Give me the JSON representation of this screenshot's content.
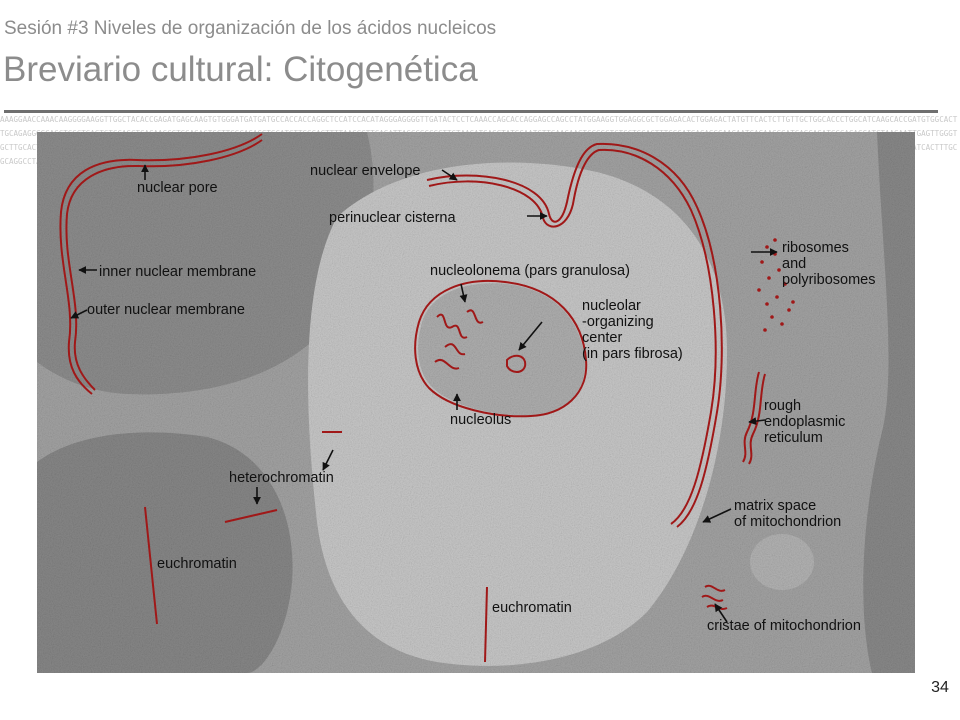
{
  "header": {
    "subtitle": "Sesión #3 Niveles de organización de los ácidos nucleicos",
    "title": "Breviario cultural: Citogenética"
  },
  "background": {
    "sequence_text": "AAAGGAACCAAACAAGGGGAAGGTTGGCTACACCGAGATGAGCAAGTGTGGGATGATGATGCCACCACCAGGCTCCATCCACATAGGGAGGGGTTGATACTCCTCAAACCAGCACCAGGAGCCAGCCTATGGAAGGTGGAGGCGCTGGAGACACTGGAGACTATGTTCACTCTTGTTGCTGGCACCCTGGCATCAAGCACCGATGTGGCACTTGCAGAGGGGCACCTCGCTGAGTGTCCAGCTCACAACCGTGGAGACTCCTTGGCAGAGGTGCATGTTGGCAGTTTTAAGGGTTCAGATTAGCCGCCCCTTGTAAGATGAGGTATGCAATGTTGAACAAGTCCGGCTCTCCTGCACTTTGGGATGACAGCGAAGAATCAGAAGGGATCAGCAGATCCCACACCATCTAAGAATTGAGTTGGGTGCTTGCACTGATTCGAATGGGAACCCCTTCCTGAGGAGGGATGTGATGCCACCACCAGGACTTCCGTGGATGTCCTAACAACCTTGGCAGGAGCTCCTGGCAAAATTGCAGTCATGCTCACTCTAGGGCCTCCTACCCACTGCATCCGTAGCGGTAAGTCAATGGCTACAAGATGGACATCAGGCATGCAGCTGCGGAGGGAATCACTTTGCGCAGGCCTAAAAGGGATTTCAAGACCAGCTAGTGCCTTGGCAGGGGCAGGCAAATCTGTGACCAGCTGTGTGTCGAAGGATCCCTGGAAAGGTGTTTGAGCTATAACCCTGGACCCTAAG"
  },
  "figure": {
    "labels": {
      "nuclear_pore": "nuclear pore",
      "nuclear_envelope": "nuclear envelope",
      "perinuclear_cisterna": "perinuclear cisterna",
      "inner_nuclear_membrane": "inner nuclear membrane",
      "outer_nuclear_membrane": "outer nuclear membrane",
      "nucleolonema": "nucleolonema (pars granulosa)",
      "nucleolar_1": "nucleolar",
      "nucleolar_2": "-organizing",
      "nucleolar_3": "center",
      "nucleolar_4": "(in pars fibrosa)",
      "nucleolus": "nucleolus",
      "ribosomes_1": "ribosomes",
      "ribosomes_2": "and",
      "ribosomes_3": "polyribosomes",
      "rough_er_1": "rough",
      "rough_er_2": "endoplasmic",
      "rough_er_3": "reticulum",
      "heterochromatin": "heterochromatin",
      "matrix_1": "matrix space",
      "matrix_2": "of mitochondrion",
      "euchromatin_left": "euchromatin",
      "euchromatin_center": "euchromatin",
      "cristae": "cristae of mitochondrion"
    },
    "colors": {
      "annotation": "#a01818",
      "nucleus_fill": "#c9c9c9",
      "cytoplasm": "#a4a4a4",
      "chromatin_dark": "#8d8d8d"
    }
  },
  "footer": {
    "slide_number": "34"
  }
}
